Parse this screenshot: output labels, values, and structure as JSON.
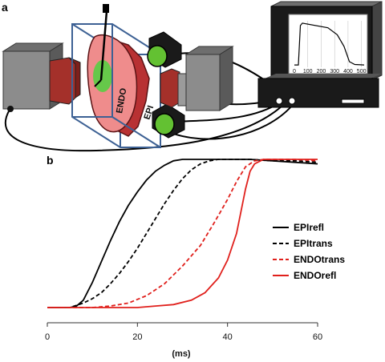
{
  "panel_a_label": "a",
  "panel_b_label": "b",
  "setup": {
    "endo_label": "ENDO",
    "epi_label": "EPI",
    "monitor_ticks": [
      "0",
      "100",
      "200",
      "300",
      "400",
      "500"
    ],
    "monitor_trace": [
      [
        0,
        0.05
      ],
      [
        30,
        0.05
      ],
      [
        45,
        0.9
      ],
      [
        60,
        0.95
      ],
      [
        250,
        0.85
      ],
      [
        320,
        0.7
      ],
      [
        370,
        0.45
      ],
      [
        410,
        0.12
      ],
      [
        450,
        0.06
      ],
      [
        520,
        0.05
      ]
    ]
  },
  "chart_data": {
    "type": "line",
    "xlabel": "(ms)",
    "xlim": [
      0,
      60
    ],
    "ylim": [
      0,
      1
    ],
    "x_ticks": [
      0,
      20,
      40,
      60
    ],
    "grid": false,
    "legend_position": "right",
    "series": [
      {
        "name": "EPIrefl",
        "color": "#000000",
        "dash": "solid",
        "points": [
          [
            0,
            0
          ],
          [
            5,
            0
          ],
          [
            6.5,
            0.01
          ],
          [
            8,
            0.05
          ],
          [
            10,
            0.17
          ],
          [
            12,
            0.31
          ],
          [
            14,
            0.45
          ],
          [
            16,
            0.58
          ],
          [
            18,
            0.69
          ],
          [
            20,
            0.78
          ],
          [
            22,
            0.86
          ],
          [
            24,
            0.92
          ],
          [
            26,
            0.96
          ],
          [
            28,
            0.99
          ],
          [
            30,
            1
          ],
          [
            45,
            1
          ],
          [
            50,
            0.99
          ],
          [
            55,
            0.98
          ],
          [
            60,
            0.97
          ]
        ]
      },
      {
        "name": "EPItrans",
        "color": "#000000",
        "dash": "dashed",
        "points": [
          [
            0,
            0
          ],
          [
            5,
            0
          ],
          [
            8,
            0.03
          ],
          [
            10,
            0.06
          ],
          [
            12,
            0.1
          ],
          [
            14,
            0.16
          ],
          [
            16,
            0.23
          ],
          [
            18,
            0.31
          ],
          [
            20,
            0.4
          ],
          [
            22,
            0.5
          ],
          [
            24,
            0.6
          ],
          [
            26,
            0.7
          ],
          [
            28,
            0.79
          ],
          [
            30,
            0.87
          ],
          [
            32,
            0.93
          ],
          [
            34,
            0.97
          ],
          [
            36,
            0.99
          ],
          [
            38,
            1
          ],
          [
            45,
            1
          ],
          [
            50,
            0.99
          ],
          [
            55,
            0.99
          ],
          [
            60,
            0.98
          ]
        ]
      },
      {
        "name": "ENDOtrans",
        "color": "#e0201c",
        "dash": "dashed",
        "points": [
          [
            0,
            0
          ],
          [
            10,
            0
          ],
          [
            14,
            0.01
          ],
          [
            18,
            0.03
          ],
          [
            22,
            0.08
          ],
          [
            26,
            0.16
          ],
          [
            30,
            0.28
          ],
          [
            34,
            0.42
          ],
          [
            37,
            0.57
          ],
          [
            40,
            0.73
          ],
          [
            42,
            0.85
          ],
          [
            44,
            0.95
          ],
          [
            46,
            0.99
          ],
          [
            48,
            1
          ],
          [
            55,
            1
          ],
          [
            60,
            0.99
          ]
        ]
      },
      {
        "name": "ENDOrefl",
        "color": "#e0201c",
        "dash": "solid",
        "points": [
          [
            0,
            0
          ],
          [
            20,
            0
          ],
          [
            24,
            0.01
          ],
          [
            28,
            0.02
          ],
          [
            32,
            0.05
          ],
          [
            35,
            0.1
          ],
          [
            38,
            0.2
          ],
          [
            40,
            0.32
          ],
          [
            42,
            0.5
          ],
          [
            43,
            0.65
          ],
          [
            44,
            0.8
          ],
          [
            45,
            0.92
          ],
          [
            46,
            0.97
          ],
          [
            48,
            1
          ],
          [
            55,
            1
          ],
          [
            60,
            1
          ]
        ]
      }
    ]
  },
  "colors": {
    "camera_body": "#8c8c8c",
    "camera_lens": "#a4302a",
    "tissue_outer": "#c9383a",
    "tissue_inner": "#f09a9a",
    "tissue_green": "#66c84a",
    "led_green": "#63c132",
    "chamber_frame": "#3d6194",
    "monitor_screen": "#000000"
  }
}
